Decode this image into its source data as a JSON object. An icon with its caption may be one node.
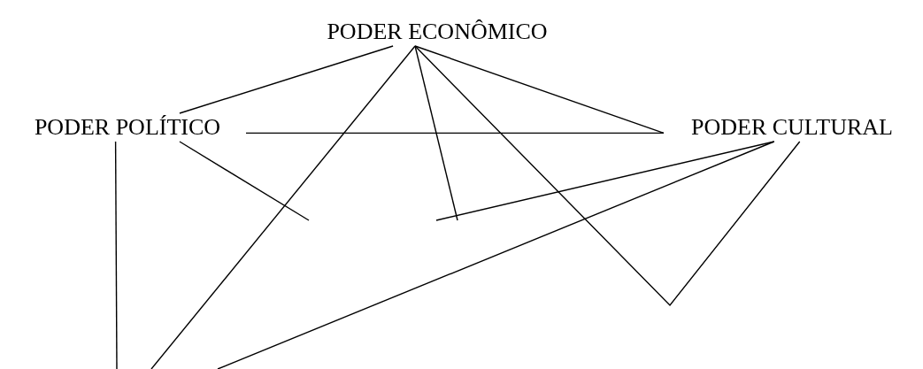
{
  "diagram": {
    "nodes": [
      {
        "text": [
          "PODER ECONÔMICO"
        ]
      },
      {
        "text": [
          "PODER POLÍTICO"
        ]
      },
      {
        "text": [
          "PODER CULTURAL"
        ]
      }
    ],
    "edges": [
      {
        "from": 0,
        "to": 1,
        "arrow": "none"
      },
      {
        "from": 0,
        "to": 2,
        "arrow": "none"
      },
      {
        "from": 0,
        "to": null,
        "arrow": "none"
      },
      {
        "from": 0,
        "to": null,
        "arrow": "none"
      },
      {
        "from": 0,
        "to": 2,
        "arrow": "none"
      },
      {
        "from": 1,
        "to": 2,
        "arrow": "none"
      },
      {
        "from": 1,
        "to": null,
        "arrow": "none"
      },
      {
        "from": 1,
        "to": null,
        "arrow": "none"
      },
      {
        "from": 2,
        "to": null,
        "arrow": "none"
      },
      {
        "from": 2,
        "to": null,
        "arrow": "none"
      }
    ]
  }
}
